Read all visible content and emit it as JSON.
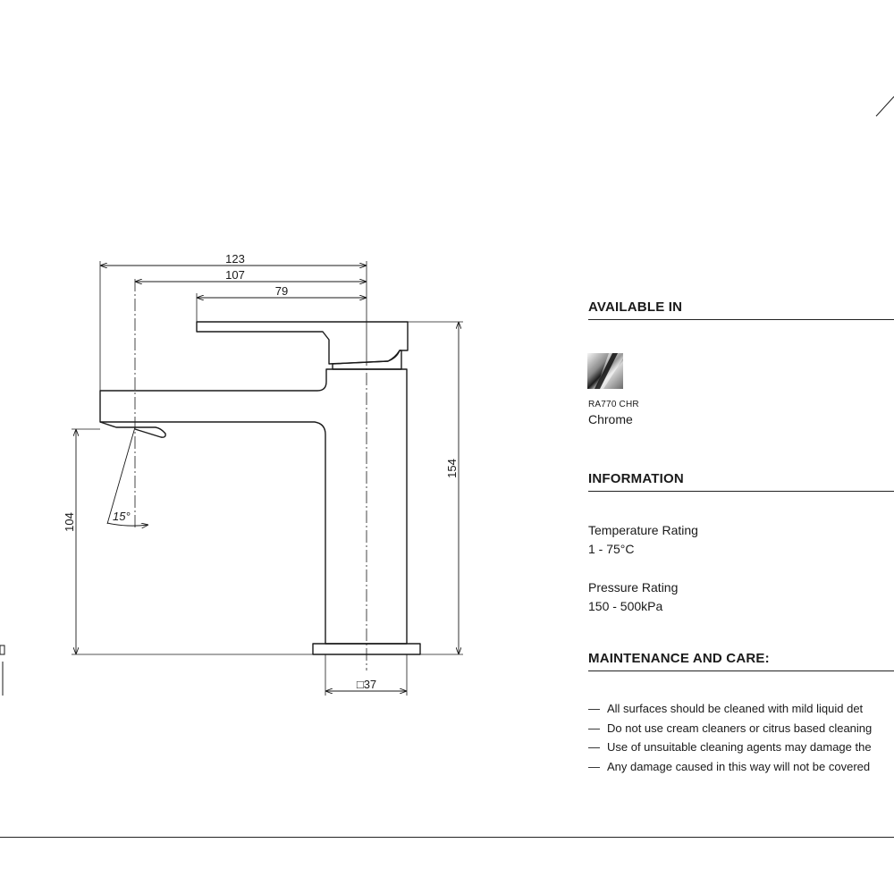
{
  "drawing": {
    "dimensions": {
      "overall_width": "123",
      "spout_reach": "107",
      "handle_length": "79",
      "overall_height": "154",
      "spout_height": "104",
      "spray_angle": "15°",
      "base_size": "□37"
    }
  },
  "available_in": {
    "heading": "AVAILABLE IN",
    "finishes": [
      {
        "code": "RA770 CHR",
        "name": "Chrome",
        "swatch_icon": "chrome-finish-swatch-icon"
      }
    ]
  },
  "information": {
    "heading": "INFORMATION",
    "temperature": {
      "label": "Temperature Rating",
      "value": "1 - 75°C"
    },
    "pressure": {
      "label": "Pressure Rating",
      "value": "150 - 500kPa"
    }
  },
  "maintenance": {
    "heading": "MAINTENANCE AND CARE:",
    "dash": "—",
    "items": [
      "All surfaces should be cleaned with mild liquid det",
      "Do not use cream cleaners or citrus based cleaning",
      "Use of unsuitable cleaning agents may damage the",
      "Any damage caused in this way will not be covered"
    ]
  }
}
